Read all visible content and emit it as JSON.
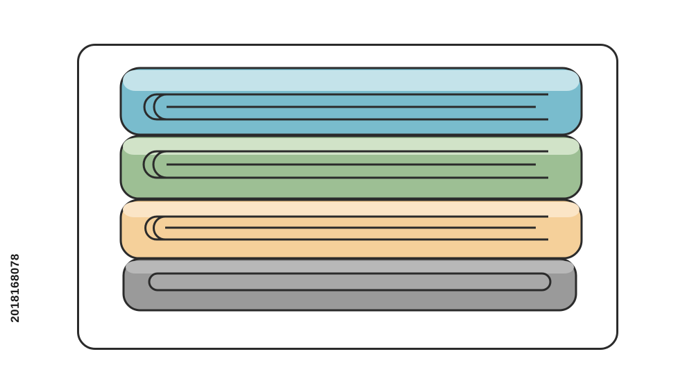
{
  "image": {
    "stock_id": "2018168078",
    "subject": "stack-of-folded-towels",
    "towels": [
      {
        "name": "blue",
        "base": "#79bccd",
        "highlight": "#c4e3ea",
        "stroke": "#2b2b2b"
      },
      {
        "name": "green",
        "base": "#9dbf94",
        "highlight": "#d1e3c8",
        "stroke": "#2b2b2b"
      },
      {
        "name": "peach",
        "base": "#f5d09a",
        "highlight": "#fbe5c6",
        "stroke": "#2b2b2b"
      },
      {
        "name": "gray",
        "base": "#9a9a9a",
        "highlight": "#b8b8b8",
        "stroke": "#2b2b2b"
      }
    ],
    "frame_stroke": "#2b2b2b",
    "background": "#ffffff"
  }
}
